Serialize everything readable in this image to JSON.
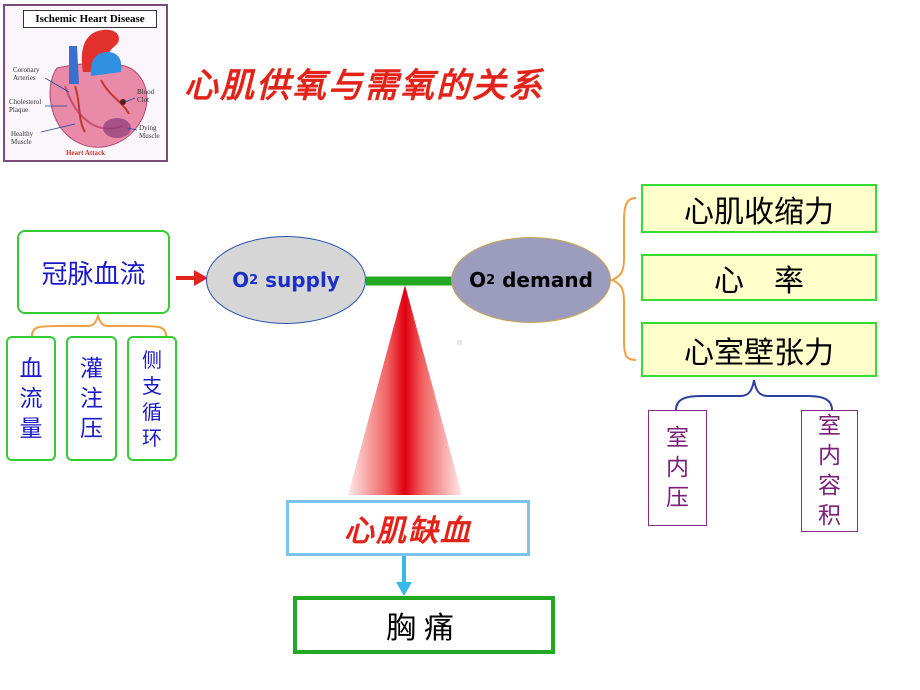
{
  "heart_image": {
    "title": "Ischemic Heart Disease",
    "labels": {
      "coronary": "Coronary Arteries",
      "cholesterol": "Cholesterol Plaque",
      "healthy": "Healthy Muscle",
      "blood_clot": "Blood Clot",
      "dying": "Dying Muscle"
    },
    "caption": "Heart Attack"
  },
  "title": "心肌供氧与需氧的关系",
  "coronary_flow": "冠脉血流",
  "coronary_factors": [
    {
      "chars": [
        "血",
        "流",
        "量"
      ]
    },
    {
      "chars": [
        "灌",
        "注",
        "压"
      ]
    },
    {
      "chars": [
        "侧",
        "支",
        "循",
        "环"
      ]
    }
  ],
  "supply": {
    "prefix": "O",
    "sub": "2",
    "suffix": " supply"
  },
  "demand": {
    "prefix": "O",
    "sub": "2",
    "suffix": " demand"
  },
  "demand_factors": [
    "心肌收缩力",
    "心　率",
    "心室壁张力"
  ],
  "wall_tension_factors": [
    {
      "chars": [
        "室",
        "内",
        "压"
      ]
    },
    {
      "chars": [
        "室",
        "内",
        "容",
        "积"
      ]
    }
  ],
  "ischemia": "心肌缺血",
  "pain": "胸痛",
  "colors": {
    "title_red": "#e2231a",
    "text_blue": "#1a1ac8",
    "green_border": "#33cc33",
    "bracket_orange": "#f0a040",
    "purple": "#8a2b8a"
  }
}
